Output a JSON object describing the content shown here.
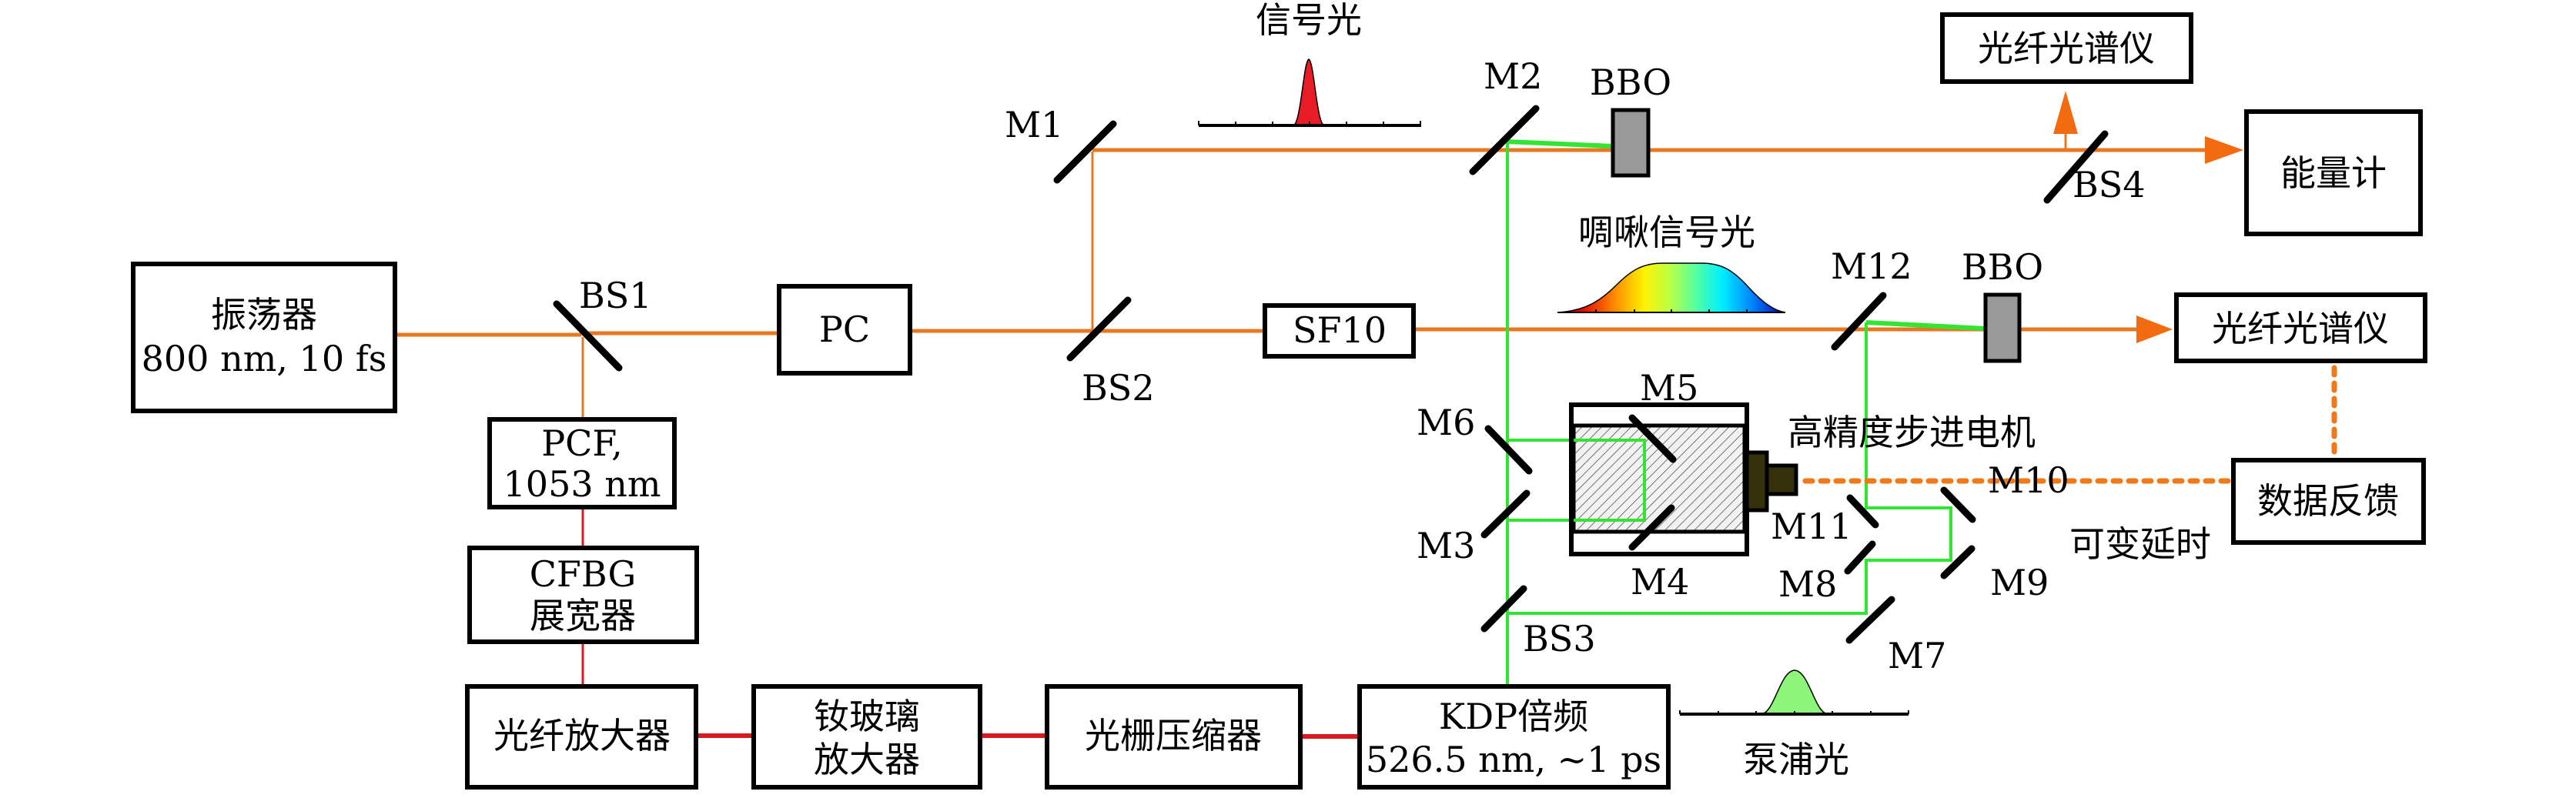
{
  "title": "Optical setup: chirped signal characterization with pump-probe cross-correlation",
  "colors": {
    "signal_beam": "#E87722",
    "pump_beam": "#33E533",
    "fiber_link": "#D71920",
    "feedback": "#F07A1A",
    "crystal": "#999999",
    "motor": "#33300A",
    "signal_spectrum": "#E81C24",
    "pump_spectrum": "#8CF57A"
  },
  "boxes": {
    "oscillator": {
      "line1": "振荡器",
      "line2": "800 nm, 10 fs"
    },
    "pc": {
      "label": "PC"
    },
    "sf10": {
      "label": "SF10"
    },
    "pcf": {
      "line1": "PCF,",
      "line2": "1053 nm"
    },
    "cfbg": {
      "line1": "CFBG",
      "line2": "展宽器"
    },
    "fiber_amp": {
      "label": "光纤放大器"
    },
    "ndglass_amp": {
      "line1": "钕玻璃",
      "line2": "放大器"
    },
    "grating_comp": {
      "label": "光栅压缩器"
    },
    "kdp": {
      "line1": "KDP倍频",
      "line2": "526.5 nm, ~1 ps"
    },
    "spectrometer_top": {
      "label": "光纤光谱仪"
    },
    "energy_meter": {
      "label": "能量计"
    },
    "spectrometer_mid": {
      "label": "光纤光谱仪"
    },
    "feedback": {
      "label": "数据反馈"
    }
  },
  "optics": {
    "bs1": "BS1",
    "bs2": "BS2",
    "bs3": "BS3",
    "bs4": "BS4",
    "m1": "M1",
    "m2": "M2",
    "m3": "M3",
    "m4": "M4",
    "m5": "M5",
    "m6": "M6",
    "m7": "M7",
    "m8": "M8",
    "m9": "M9",
    "m10": "M10",
    "m11": "M11",
    "m12": "M12",
    "bbo_top": "BBO",
    "bbo_mid": "BBO"
  },
  "annotations": {
    "signal_light": "信号光",
    "chirped_signal_light": "啁啾信号光",
    "pump_light": "泵浦光",
    "stepper_motor": "高精度步进电机",
    "variable_delay": "可变延时"
  }
}
